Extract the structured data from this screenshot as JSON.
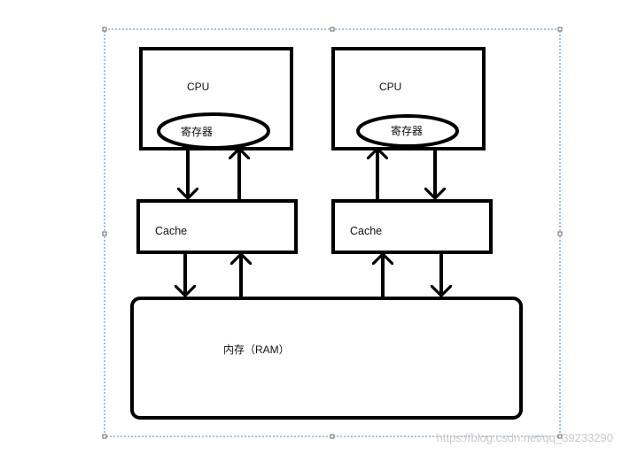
{
  "diagram": {
    "cpu_left": {
      "label": "CPU",
      "register_label": "寄存器"
    },
    "cpu_right": {
      "label": "CPU",
      "register_label": "寄存器"
    },
    "cache_left": {
      "label": "Cache"
    },
    "cache_right": {
      "label": "Cache"
    },
    "memory": {
      "label": "内存（RAM）"
    }
  },
  "watermark": {
    "text": "https://blog.csdn.net/qq_39233290"
  },
  "colors": {
    "stroke": "#000000",
    "selection_border": "#4a86c8",
    "watermark": "#c9c9c9"
  }
}
